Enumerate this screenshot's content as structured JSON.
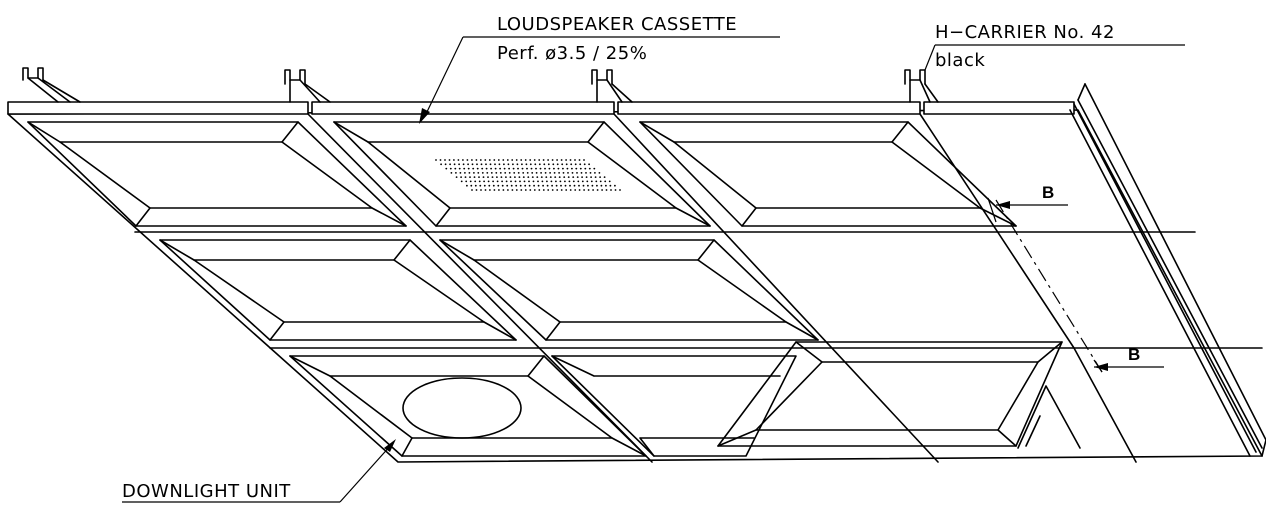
{
  "labels": {
    "loudspeaker_title": "LOUDSPEAKER CASSETTE",
    "loudspeaker_perf": "Perf. ø3.5 / 25%",
    "carrier_title": "H−CARRIER No. 42",
    "carrier_color": "black",
    "downlight": "DOWNLIGHT UNIT",
    "section_top": "B",
    "section_bottom": "B"
  },
  "colors": {
    "line": "#000000",
    "background": "#ffffff"
  },
  "perforation": {
    "rows": 8,
    "cols": 34
  }
}
